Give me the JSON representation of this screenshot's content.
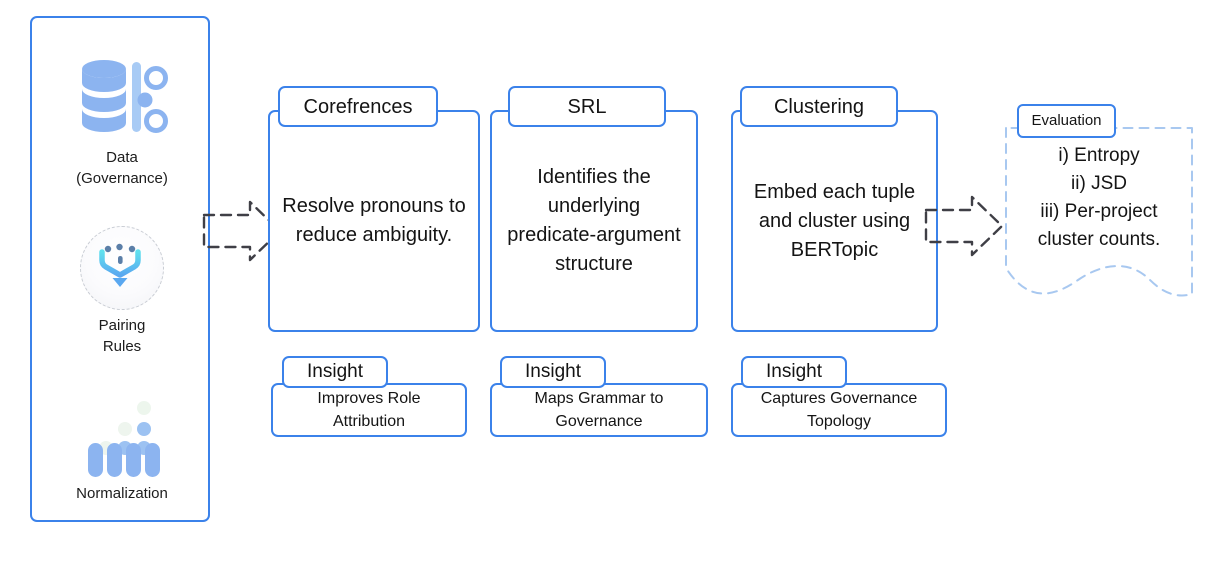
{
  "inputs": {
    "items": [
      {
        "icon": "database-governance-icon",
        "label": "Data\n(Governance)"
      },
      {
        "icon": "pairing-rules-merge-icon",
        "label": "Pairing\nRules"
      },
      {
        "icon": "normalization-bars-icon",
        "label": "Normalization"
      }
    ]
  },
  "stages": [
    {
      "tab": "Corefrences",
      "body": "Resolve pronouns to reduce ambiguity.",
      "insight_tab": "Insight",
      "insight_body": "Improves Role Attribution"
    },
    {
      "tab": "SRL",
      "body": "Identifies the underlying predicate-argument structure",
      "insight_tab": "Insight",
      "insight_body": "Maps Grammar to Governance"
    },
    {
      "tab": "Clustering",
      "body": "Embed each tuple and cluster using BERTopic",
      "insight_tab": "Insight",
      "insight_body": "Captures Governance Topology"
    }
  ],
  "evaluation": {
    "tab": "Evaluation",
    "items": "i) Entropy\nii) JSD\niii) Per-project\ncluster counts."
  },
  "arrows": [
    {
      "name": "arrow-inputs-to-corefrences"
    },
    {
      "name": "arrow-clustering-to-evaluation"
    }
  ],
  "colors": {
    "accent": "#3b82ea",
    "icon_blue": "#8cb4f0",
    "icon_cyan": "#4fd8e8",
    "dashed_light": "#a8c8f0",
    "arrow_stroke": "#3f3f46",
    "text": "#141414"
  }
}
